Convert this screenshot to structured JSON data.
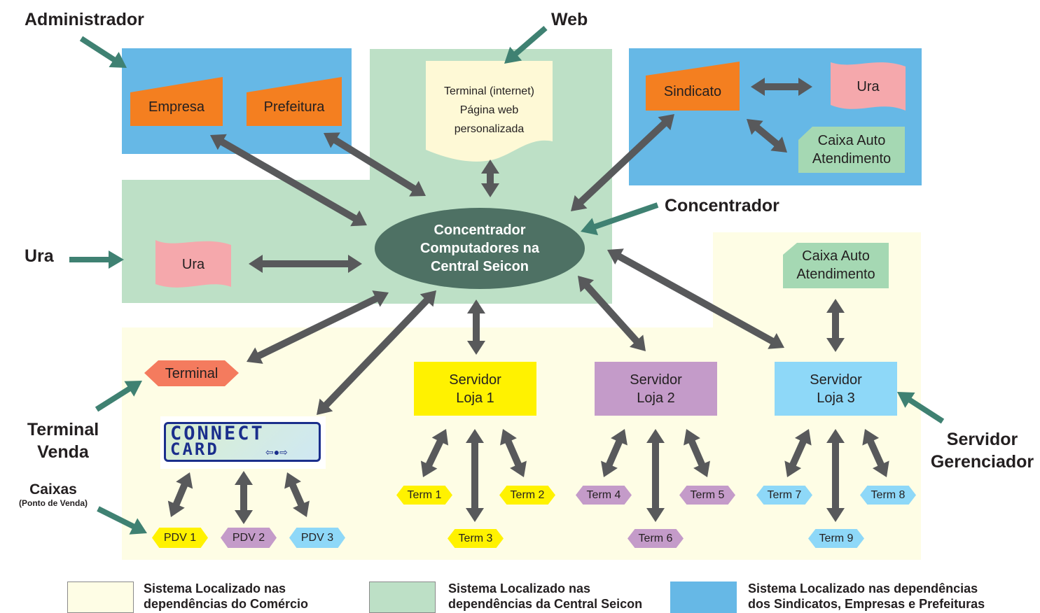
{
  "labels": {
    "administrador": "Administrador",
    "web": "Web",
    "concentrador": "Concentrador",
    "ura": "Ura",
    "terminal_venda": [
      "Terminal",
      "Venda"
    ],
    "caixas": "Caixas",
    "caixas_sub": "(Ponto de Venda)",
    "servidor_gerenciador": [
      "Servidor",
      "Gerenciador"
    ]
  },
  "admin_box": {
    "empresa": "Empresa",
    "prefeitura": "Prefeitura"
  },
  "web_doc": [
    "Terminal (internet)",
    "Página web",
    "personalizada"
  ],
  "sindicato_box": {
    "sindicato": "Sindicato",
    "ura": "Ura",
    "caixa_auto": [
      "Caixa Auto",
      "Atendimento"
    ]
  },
  "central": {
    "ura": "Ura",
    "concentrador": [
      "Concentrador",
      "Computadores na",
      "Central Seicon"
    ]
  },
  "comercio": {
    "terminal": "Terminal",
    "connect_logo": [
      "CONNECT",
      "CARD"
    ],
    "caixa_auto": [
      "Caixa Auto",
      "Atendimento"
    ],
    "servidores": [
      {
        "line1": "Servidor",
        "line2": "Loja 1",
        "color": "#fff200"
      },
      {
        "line1": "Servidor",
        "line2": "Loja 2",
        "color": "#c49bc9"
      },
      {
        "line1": "Servidor",
        "line2": "Loja 3",
        "color": "#8ed8f8"
      }
    ],
    "pdv": [
      "PDV 1",
      "PDV 2",
      "PDV 3"
    ],
    "terms": [
      "Term 1",
      "Term 2",
      "Term 3",
      "Term 4",
      "Term 5",
      "Term 6",
      "Term 7",
      "Term 8",
      "Term 9"
    ]
  },
  "legend": [
    {
      "line1": "Sistema Localizado nas",
      "line2": "dependências do Comércio",
      "color": "#fefde5"
    },
    {
      "line1": "Sistema Localizado nas",
      "line2": "dependências da Central Seicon",
      "color": "#bde0c6"
    },
    {
      "line1": "Sistema Localizado nas dependências",
      "line2": "dos Sindicatos, Empresas e Prefeituras",
      "color": "#66b8e6"
    }
  ],
  "colors": {
    "yellow_region": "#fefde5",
    "green_region": "#bde0c6",
    "blue_region": "#66b8e6",
    "orange": "#f47f20",
    "pink": "#f5a8ac",
    "mint": "#a5d8b3",
    "ellipse": "#4e7164",
    "arrow": "#58595b",
    "pointer": "#3f8172"
  }
}
